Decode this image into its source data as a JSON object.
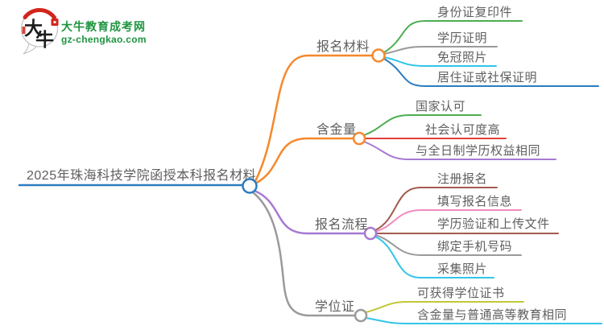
{
  "logo": {
    "title": "大牛教育成考网",
    "url": "gz-chengkao.com",
    "icon_char1": "大",
    "icon_char2": "牛",
    "brand_green": "#1f9440",
    "brand_red": "#d2251d"
  },
  "root": {
    "label": "2025年珠海科技学院函授本科报名材料",
    "color": "#2b7cc0"
  },
  "branches": [
    {
      "label": "报名材料",
      "color": "#f6882c",
      "children": [
        {
          "label": "身份证复印件",
          "color": "#4cae4f"
        },
        {
          "label": "学历证明",
          "color": "#9a9a9a"
        },
        {
          "label": "免冠照片",
          "color": "#32c5e9"
        },
        {
          "label": "居住证或社保证明",
          "color": "#2b7cc0"
        }
      ]
    },
    {
      "label": "含金量",
      "color": "#f6882c",
      "children": [
        {
          "label": "国家认可",
          "color": "#4cae4f"
        },
        {
          "label": "社会认可度高",
          "color": "#e23e3a"
        },
        {
          "label": "与全日制学历权益相同",
          "color": "#a679d2"
        }
      ]
    },
    {
      "label": "报名流程",
      "color": "#a679d2",
      "children": [
        {
          "label": "注册报名",
          "color": "#a35a4e"
        },
        {
          "label": "填写报名信息",
          "color": "#f18bbd"
        },
        {
          "label": "学历验证和上传文件",
          "color": "#a35a4e"
        },
        {
          "label": "绑定手机号码",
          "color": "#9a9a9a"
        },
        {
          "label": "采集照片",
          "color": "#32c5e9"
        }
      ]
    },
    {
      "label": "学位证",
      "color": "#9a9a9a",
      "children": [
        {
          "label": "可获得学位证书",
          "color": "#c0c837"
        },
        {
          "label": "含金量与普通高等教育相同",
          "color": "#32c5e9"
        }
      ]
    }
  ]
}
